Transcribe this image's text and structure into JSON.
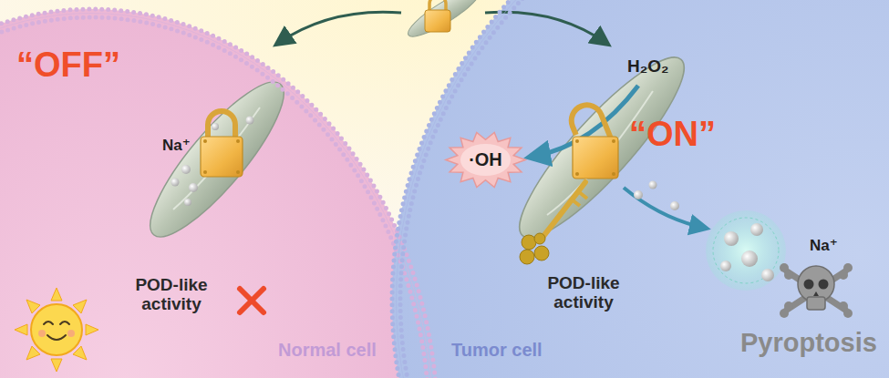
{
  "diagram": {
    "nodes": [
      {
        "text": [
          "Normal cell"
        ]
      },
      {
        "text": [
          "Tumor cell"
        ]
      },
      {
        "text": [
          "·OH"
        ],
        "in": 1
      }
    ],
    "labels": [
      "“OFF”",
      "Na⁺",
      "POD-like activity",
      "H₂O₂",
      "“ON”",
      "POD-like activity",
      "Na⁺",
      "Pyroptosis"
    ]
  }
}
